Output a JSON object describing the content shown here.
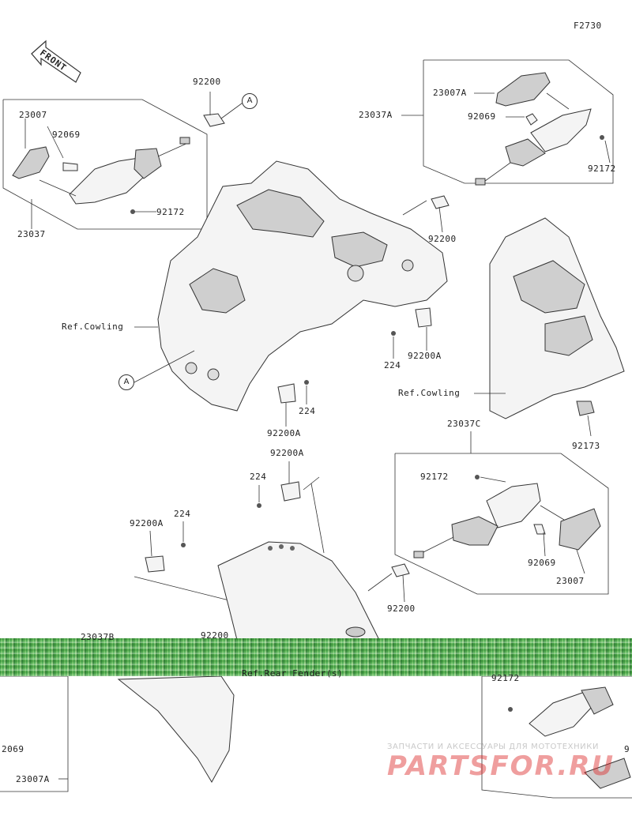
{
  "figure_code": "F2730",
  "front_label": "FRONT",
  "ref_marker": "A",
  "labels": {
    "p23007_left": "23007",
    "p92069_left": "92069",
    "p23037_left": "23037",
    "p92172_left": "92172",
    "p92200_top": "92200",
    "p23007A": "23007A",
    "p23037A": "23037A",
    "p92069_right_top": "92069",
    "p92172_right_top": "92172",
    "p92200_mid": "92200",
    "ref_cowling_left": "Ref.Cowling",
    "ref_cowling_right": "Ref.Cowling",
    "p224_a": "224",
    "p92200A_a": "92200A",
    "p224_b": "224",
    "p92200A_b": "92200A",
    "p92173": "92173",
    "p23037C": "23037C",
    "p92200A_c": "92200A",
    "p224_c": "224",
    "p92172_c": "92172",
    "p92200A_d": "92200A",
    "p224_d": "224",
    "p92069_c": "92069",
    "p23007_c": "23007",
    "p92200_c": "92200",
    "p23037B": "23037B",
    "p92200_bottom": "92200",
    "ref_rear_fender": "Ref.Rear Fender(s)",
    "p92172_bottom": "92172",
    "p2069_bottom": "2069",
    "p23007A_bottom": "23007A",
    "p9_cut": "9"
  },
  "watermark": {
    "tagline": "ЗАПЧАСТИ И АКСЕССУАРЫ ДЛЯ МОТОТЕХНИКИ",
    "brand": "PARTSFOR.RU"
  }
}
